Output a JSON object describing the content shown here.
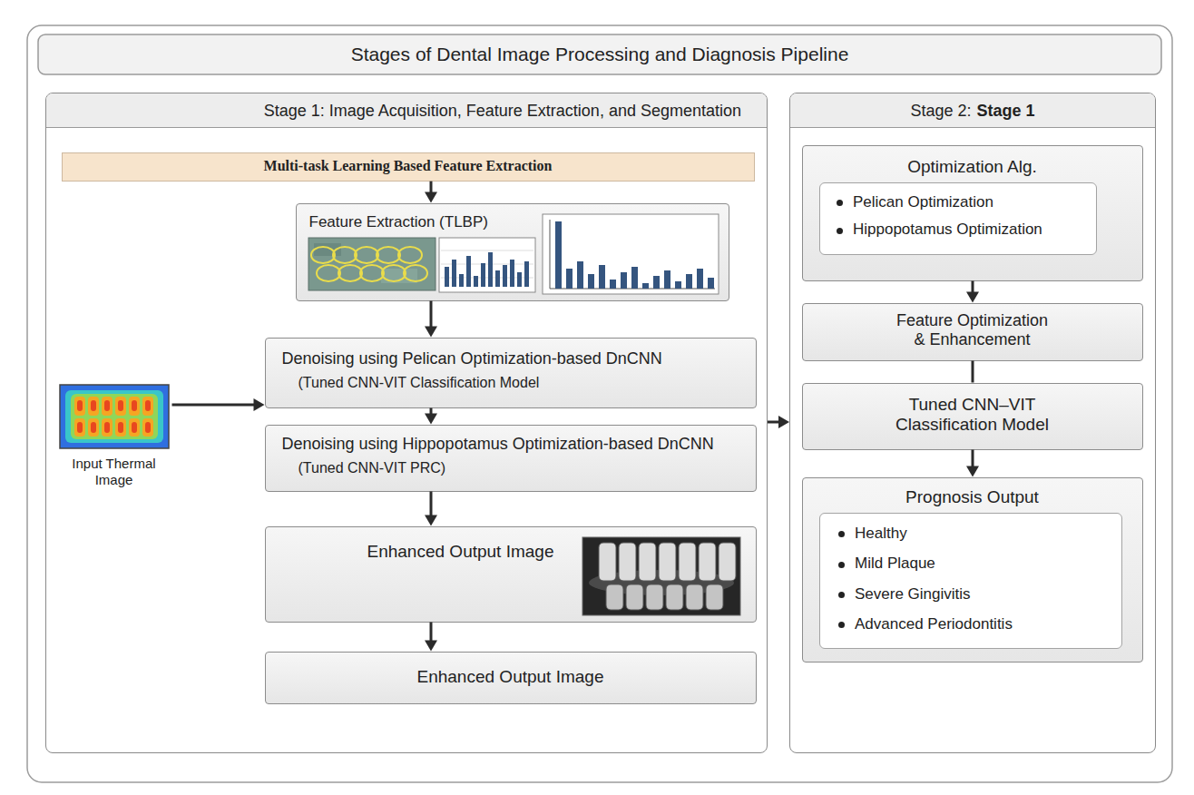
{
  "diagram": {
    "title": "Stages of Dental Image Processing and Diagnosis Pipeline",
    "nodes": [
      {
        "text": [
          "Stage 1: Image Acquisition, Feature Extraction, and Segmentation"
        ]
      },
      {
        "text": [
          "Multi-task Learning Based Feature Extraction"
        ],
        "in": 0
      },
      {
        "text": [
          "Feature Extraction (TLBP)"
        ],
        "in": 0
      },
      {
        "text": [
          "Input Thermal Image"
        ],
        "in": 0
      },
      {
        "text": [
          "Denoising using Pelican Optimization-based DnCNN",
          "(Tuned CNN-VIT Classification Model"
        ],
        "in": 0
      },
      {
        "text": [
          "Denoising using Hippopotamus Optimization-based DnCNN",
          "(Tuned CNN-VIT PRC)"
        ],
        "in": 0
      },
      {
        "text": [
          "Enhanced Output Image"
        ],
        "in": 0
      },
      {
        "text": [
          "Enhanced Output Image"
        ],
        "in": 0
      },
      {
        "text": [
          "Stage 2:",
          "Stage 1"
        ]
      },
      {
        "text": [
          "Optimization Alg."
        ],
        "in": 8
      },
      {
        "text": [
          "Pelican Optimization",
          "Hippopotamus Optimization"
        ],
        "in": 9
      },
      {
        "text": [
          "Feature Optimization & Enhancement"
        ],
        "in": 8
      },
      {
        "text": [
          "Tuned CNN–VIT Classification Model"
        ],
        "in": 8
      },
      {
        "text": [
          "Prognosis Output"
        ],
        "in": 8
      },
      {
        "text": [
          "Healthy",
          "Mild Plaque",
          "Severe Gingivitis",
          "Advanced Periodontitis"
        ],
        "in": 13
      }
    ],
    "edges": [
      {
        "from": 1,
        "to": 2,
        "arrow": "to"
      },
      {
        "from": 2,
        "to": 4,
        "arrow": "to"
      },
      {
        "from": 4,
        "to": 5,
        "arrow": "to"
      },
      {
        "from": 5,
        "to": 6,
        "arrow": "to"
      },
      {
        "from": 6,
        "to": 7,
        "arrow": "to"
      },
      {
        "from": 3,
        "to": 4,
        "arrow": "to"
      },
      {
        "from": 0,
        "to": 8,
        "arrow": "to"
      },
      {
        "from": 9,
        "to": 11,
        "arrow": "to"
      },
      {
        "from": 11,
        "to": 12,
        "arrow": "none"
      },
      {
        "from": 12,
        "to": 13,
        "arrow": "to"
      }
    ]
  }
}
